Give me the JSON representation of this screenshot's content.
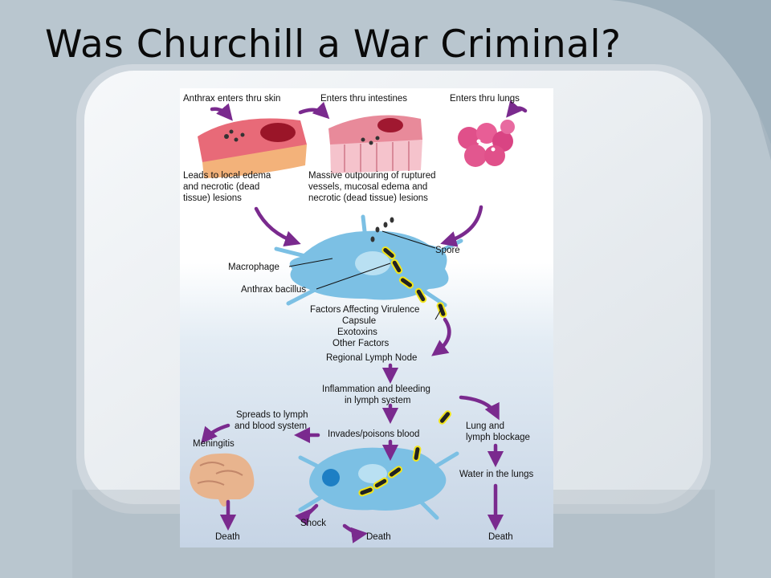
{
  "slide": {
    "title": "Was Churchill a War Criminal?"
  },
  "diagram": {
    "entry": {
      "skin": "Anthrax enters thru skin",
      "intestines": "Enters thru intestines",
      "lungs": "Enters thru lungs"
    },
    "effects": {
      "skin": [
        "Leads to local edema",
        "and necrotic (dead",
        "tissue) lesions"
      ],
      "intestines": [
        "Massive outpouring of ruptured",
        "vessels, mucosal edema and",
        "necrotic (dead tissue) lesions"
      ]
    },
    "labels": {
      "spore": "Spore",
      "macrophage": "Macrophage",
      "bacillus": "Anthrax bacillus",
      "virulence": [
        "Factors Affecting Virulence",
        "Capsule",
        "Exotoxins",
        "Other Factors"
      ],
      "lymph_node": "Regional Lymph Node",
      "inflammation": [
        "Inflammation and bleeding",
        "in lymph system"
      ],
      "spreads": [
        "Spreads to lymph",
        "and blood system"
      ],
      "meningitis": "Meningitis",
      "invades": "Invades/poisons blood",
      "lung_block": [
        "Lung and",
        "lymph blockage"
      ],
      "water": "Water in the lungs",
      "shock": "Shock",
      "death": "Death"
    },
    "colors": {
      "arrow": "#7a2a8e",
      "cell": "#6fb6dc",
      "bacillus": "#f2e51c",
      "panel_top": "#ffffff",
      "panel_bottom": "#c9d6e6"
    }
  }
}
